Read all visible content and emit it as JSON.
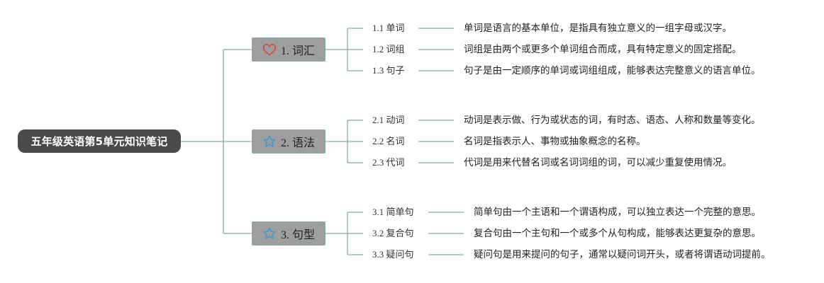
{
  "root": {
    "label": "五年级英语第5单元知识笔记"
  },
  "colors": {
    "line": "#7fb0a2",
    "root_bg": "#4a4a4a",
    "branch_bg": "#9e9e9e",
    "heart": "#e0463c",
    "star": "#3a9ad9"
  },
  "branches": [
    {
      "label": "1. 词汇",
      "icon": "heart-icon",
      "items": [
        {
          "label": "1.1 单词",
          "desc": "单词是语言的基本单位，是指具有独立意义的一组字母或汉字。"
        },
        {
          "label": "1.2 词组",
          "desc": "词组是由两个或更多个单词组合而成，具有特定意义的固定搭配。"
        },
        {
          "label": "1.3 句子",
          "desc": "句子是由一定顺序的单词或词组组成，能够表达完整意义的语言单位。"
        }
      ]
    },
    {
      "label": "2. 语法",
      "icon": "star-icon",
      "items": [
        {
          "label": "2.1 动词",
          "desc": "动词是表示做、行为或状态的词，有时态、语态、人称和数量等变化。"
        },
        {
          "label": "2.2 名词",
          "desc": "名词是指表示人、事物或抽象概念的名称。"
        },
        {
          "label": "2.3 代词",
          "desc": "代词是用来代替名词或名词词组的词，可以减少重复使用情况。"
        }
      ]
    },
    {
      "label": "3. 句型",
      "icon": "star-icon",
      "items": [
        {
          "label": "3.1 简单句",
          "desc": "简单句由一个主语和一个谓语构成，可以独立表达一个完整的意思。"
        },
        {
          "label": "3.2 复合句",
          "desc": "复合句由一个主句和一个或多个从句构成，能够表达更复杂的意思。"
        },
        {
          "label": "3.3 疑问句",
          "desc": "疑问句是用来提问的句子，通常以疑问词开头，或者将谓语动词提前。"
        }
      ]
    }
  ]
}
